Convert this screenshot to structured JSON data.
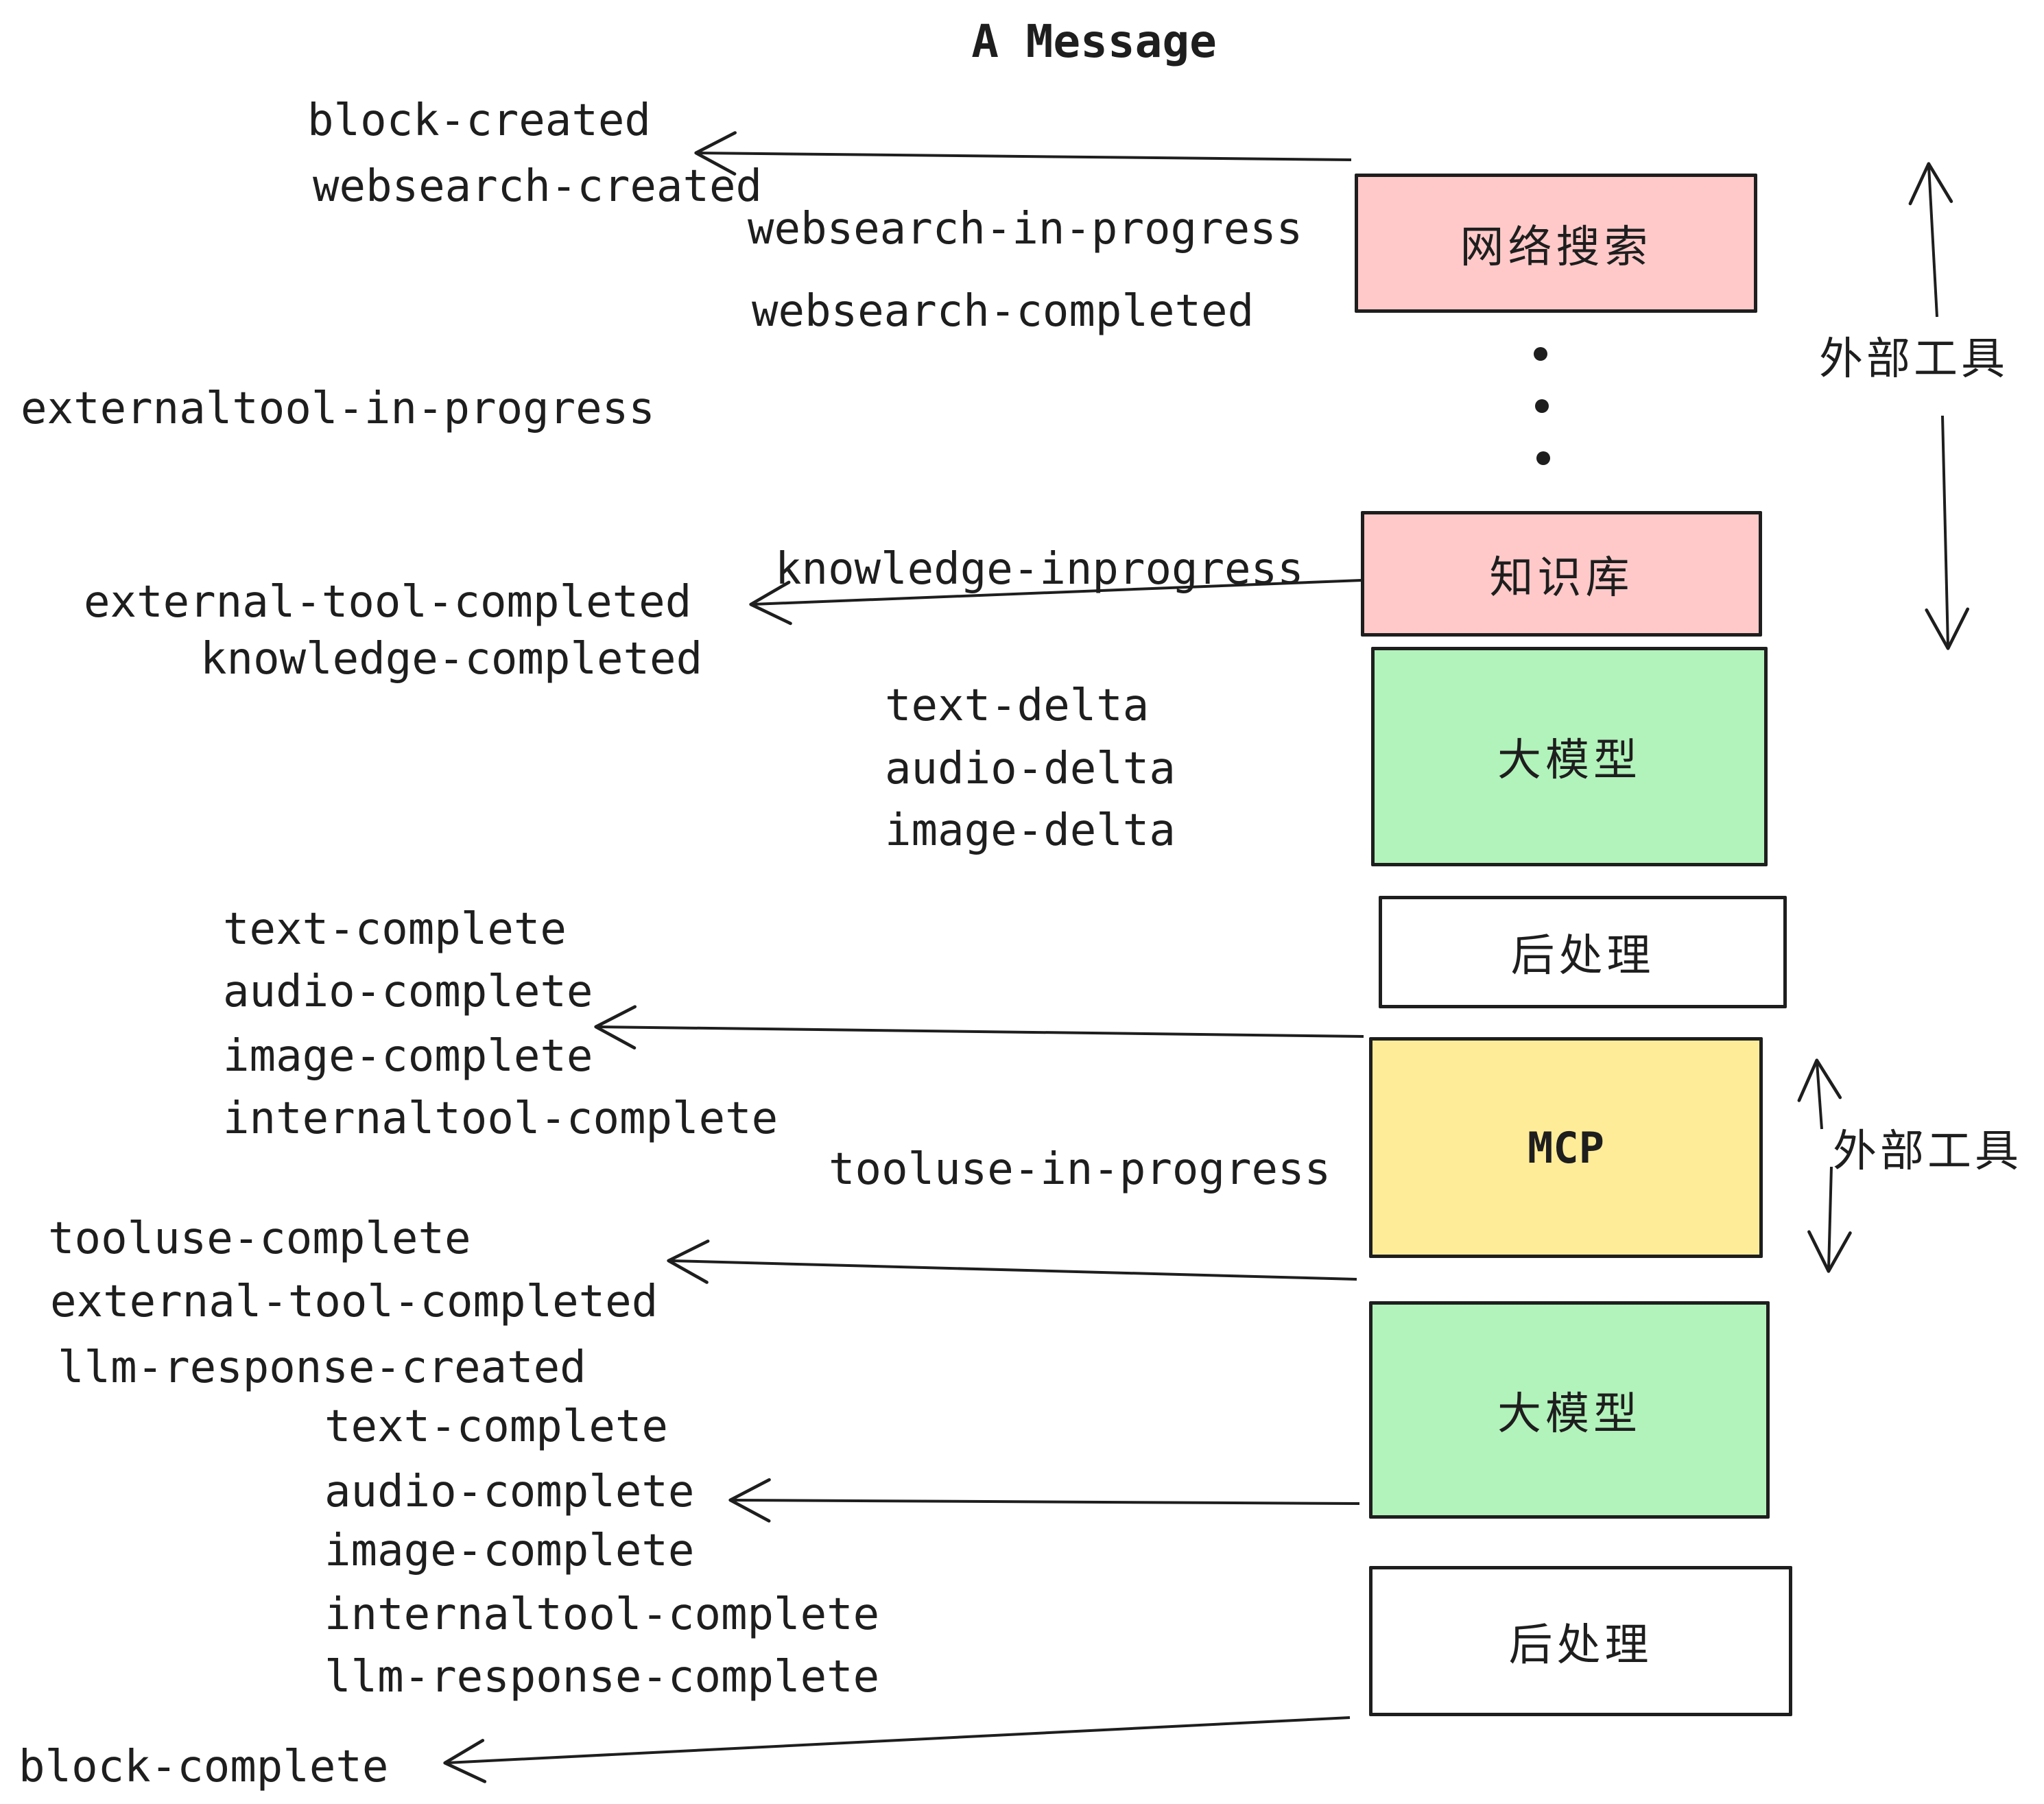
{
  "title": "A Message",
  "events": {
    "block_created": "block-created",
    "websearch_created": "websearch-created",
    "websearch_in_progress": "websearch-in-progress",
    "websearch_completed": "websearch-completed",
    "externaltool_in_progress": "externaltool-in-progress",
    "knowledge_inprogress": "knowledge-inprogress",
    "external_tool_completed_1": "external-tool-completed",
    "knowledge_completed": "knowledge-completed",
    "text_delta_1": "text-delta",
    "audio_delta_1": "audio-delta",
    "image_delta_1": "image-delta",
    "text_complete_1": "text-complete",
    "audio_complete_1": "audio-complete",
    "image_complete_1": "image-complete",
    "internaltool_complete_1": "internaltool-complete",
    "tooluse_in_progress": "tooluse-in-progress",
    "tooluse_complete": "tooluse-complete",
    "external_tool_completed_2": "external-tool-completed",
    "llm_response_created": "llm-response-created",
    "text_complete_2": "text-complete",
    "audio_complete_2": "audio-complete",
    "image_complete_2": "image-complete",
    "internaltool_complete_2": "internaltool-complete",
    "llm_response_complete": "llm-response-complete",
    "block_complete": "block-complete"
  },
  "boxes": {
    "websearch": "网络搜索",
    "knowledge": "知识库",
    "llm_1": "大模型",
    "postprocess_1": "后处理",
    "mcp": "MCP",
    "llm_2": "大模型",
    "postprocess_2": "后处理"
  },
  "side_labels": {
    "external_tools_1": "外部工具",
    "external_tools_2": "外部工具"
  },
  "colors": {
    "websearch_fill": "#ffc9c9",
    "knowledge_fill": "#ffc9c9",
    "llm_fill": "#b2f2bb",
    "mcp_fill": "#ffec99",
    "postprocess_fill": "#ffffff",
    "stroke": "#1e1e1e",
    "text": "#1e1e1e",
    "background": "#ffffff"
  }
}
